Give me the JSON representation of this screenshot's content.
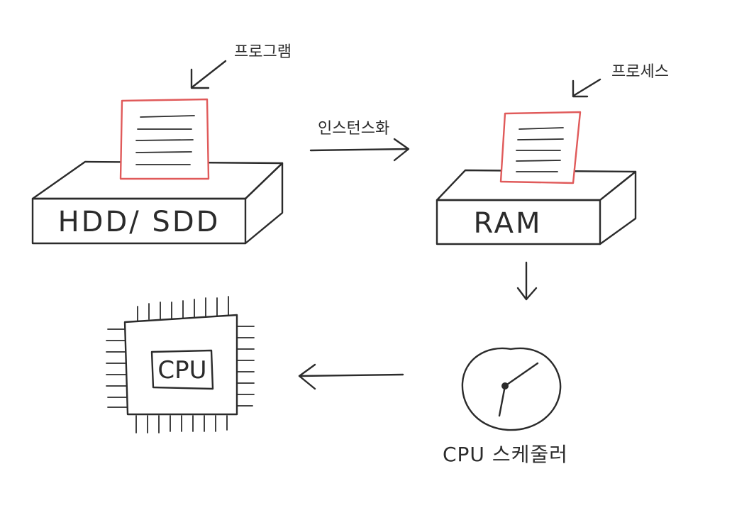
{
  "diagram": {
    "storage": {
      "label": "HDD/ SDD",
      "document_annotation": "프로그램"
    },
    "memory": {
      "label": "RAM",
      "document_annotation": "프로세스"
    },
    "instantiation_arrow": {
      "label": "인스턴스화"
    },
    "scheduler": {
      "label": "CPU 스케줄러"
    },
    "processor": {
      "label": "CPU"
    },
    "colors": {
      "ink": "#2b2b2b",
      "document_border": "#e05a5a",
      "background": "#ffffff"
    }
  }
}
